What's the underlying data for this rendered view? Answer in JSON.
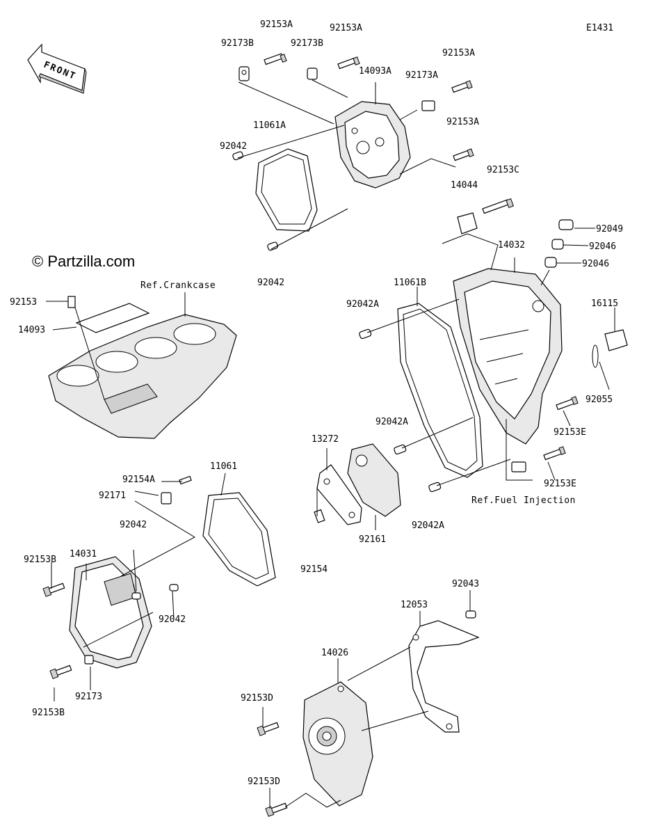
{
  "diagram_code": "E1431",
  "front_arrow_label": "FRONT",
  "watermark": "© Partzilla.com",
  "refs": {
    "crankcase": "Ref.Crankcase",
    "fuel_injection": "Ref.Fuel Injection"
  },
  "part_labels": [
    "92153A",
    "92153A",
    "92173B",
    "92173B",
    "14093A",
    "92153A",
    "92173A",
    "92153A",
    "11061A",
    "92042",
    "92042",
    "92153C",
    "14044",
    "92049",
    "92046",
    "92046",
    "14032",
    "92153",
    "14093",
    "11061B",
    "92042A",
    "16115",
    "92055",
    "92153E",
    "92042A",
    "13272",
    "92153E",
    "92161",
    "92042A",
    "92154",
    "11061",
    "92154A",
    "92171",
    "92042",
    "14031",
    "92153B",
    "92042",
    "92173",
    "92153B",
    "92043",
    "12053",
    "14026",
    "92153D",
    "92153D"
  ]
}
